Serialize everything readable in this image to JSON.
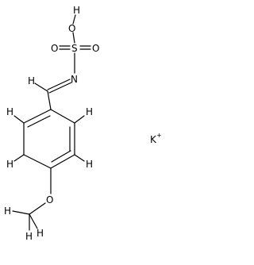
{
  "molecule": {
    "atoms": {
      "hydroxyl_h": "H",
      "hydroxyl_o": "O",
      "oxo_o_left": "O",
      "sulfur": "S",
      "oxo_o_right": "O",
      "nitrogen": "N",
      "methine_h": "H",
      "ring_h_top_left": "H",
      "ring_h_top_right": "H",
      "ring_h_bottom_left": "H",
      "ring_h_bottom_right": "H",
      "ether_o": "O",
      "methyl_h_left": "H",
      "methyl_h_center": "H",
      "methyl_h_right": "H"
    },
    "counterion": {
      "symbol": "K",
      "charge": "+"
    }
  }
}
